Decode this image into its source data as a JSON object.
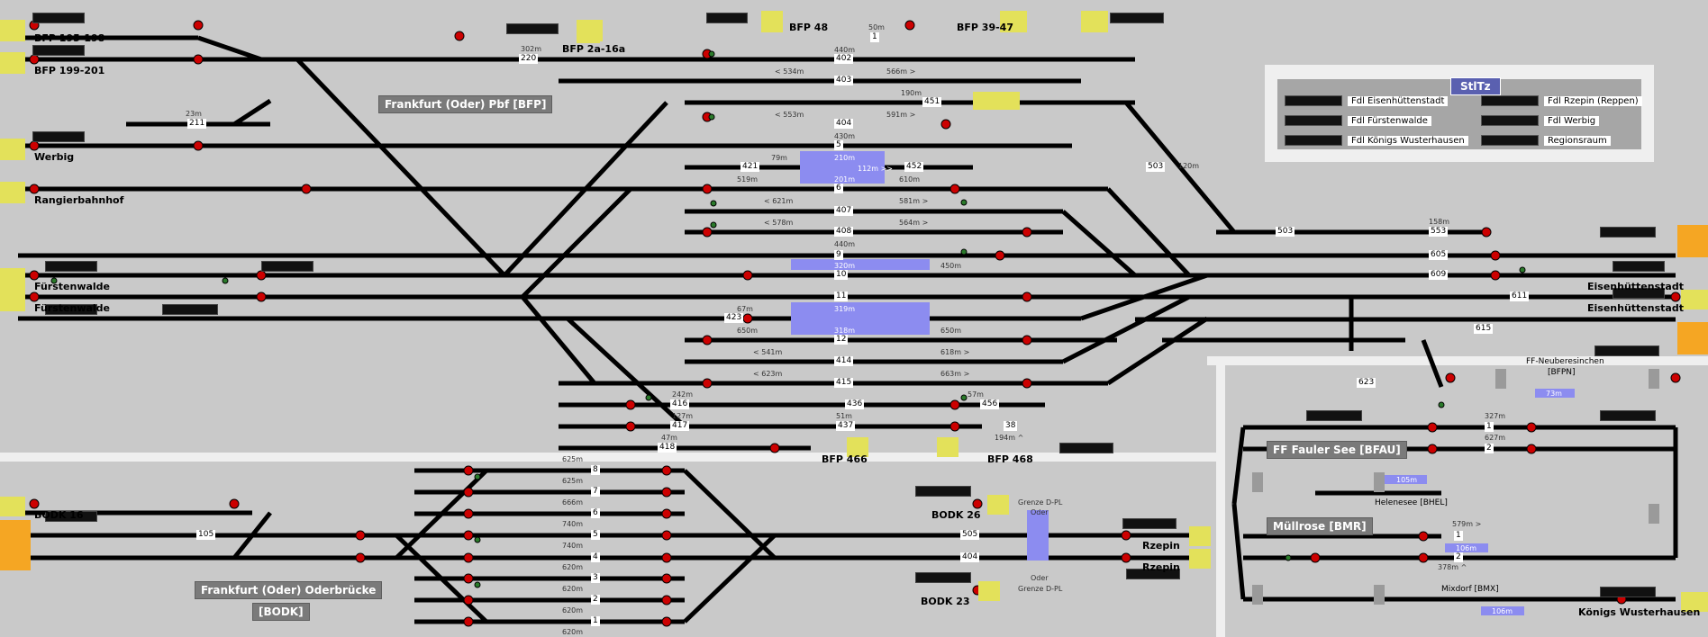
{
  "legend": {
    "title": "StlTz",
    "items": [
      "Fdl Eisenhüttenstadt",
      "Fdl Rzepin (Reppen)",
      "Fdl Fürstenwalde",
      "Fdl Werbig",
      "Fdl Königs Wusterhausen",
      "Regionsraum"
    ]
  },
  "station_boxes": {
    "pbf": "Frankfurt (Oder) Pbf [BFP]",
    "oderbruecke": "Frankfurt (Oder) Oderbrücke",
    "bodk": "[BODK]",
    "bfau": "FF Fauler See [BFAU]",
    "bmr": "Müllrose [BMR]"
  },
  "endpoints": {
    "bfp195": "BFP 195-198",
    "bfp199": "BFP 199-201",
    "bfp2a": "BFP 2a-16a",
    "bfp48": "BFP 48",
    "bfp39": "BFP 39-47",
    "werbig": "Werbig",
    "rangier": "Rangierbahnhof",
    "fuerst1": "Fürstenwalde",
    "fuerst2": "Fürstenwalde",
    "eisen1": "Eisenhüttenstadt",
    "eisen2": "Eisenhüttenstadt",
    "bfp466": "BFP 466",
    "bfp468": "BFP 468",
    "bodk16": "BODK 16",
    "bodk26": "BODK 26",
    "bodk23": "BODK 23",
    "rzepin1": "Rzepin",
    "rzepin2": "Rzepin",
    "koenigs": "Königs Wusterhausen",
    "ffneu": "FF-Neuberesinchen",
    "bfpn": "[BFPN]",
    "helenesee": "Helenesee [BHEL]",
    "mixdorf": "Mixdorf [BMX]",
    "grenze_top": "Grenze D-PL",
    "grenze_bot": "Grenze D-PL",
    "oder_top": "Oder",
    "oder_bot": "Oder"
  },
  "tracks": {
    "t220": "220",
    "t211": "211",
    "t402": "402",
    "t403": "403",
    "t451": "451",
    "t404": "404",
    "t5": "5",
    "t421": "421",
    "t452": "452",
    "t6": "6",
    "t407": "407",
    "t408": "408",
    "t9": "9",
    "t10": "10",
    "t11": "11",
    "t423": "423",
    "t12": "12",
    "t414": "414",
    "t415": "415",
    "t416": "416",
    "t436": "436",
    "t456": "456",
    "t417": "417",
    "t437": "437",
    "t38": "38",
    "t418": "418",
    "t503a": "503",
    "t503b": "503",
    "t553": "553",
    "t605": "605",
    "t609": "609",
    "t611": "611",
    "t615": "615",
    "t623": "623",
    "t105": "105",
    "t505": "505",
    "t404b": "404",
    "b8": "8",
    "b7": "7",
    "b6": "6",
    "b5": "5",
    "b4": "4",
    "b3": "3",
    "b2": "2",
    "b1": "1",
    "k1": "1",
    "k2": "2",
    "m1": "1",
    "m2": "2",
    "t1top": "1"
  },
  "distances": [
    "302m",
    "50m",
    "440m",
    "< 534m",
    "566m >",
    "190m",
    "< 553m",
    "591m >",
    "430m",
    "79m",
    "210m",
    "112m >>",
    "610m",
    "201m",
    "519m",
    "< 621m",
    "581m >",
    "< 578m",
    "564m >",
    "440m",
    "450m",
    "320m",
    "67m",
    "319m",
    "650m",
    "318m",
    "650m",
    "< 541m",
    "618m >",
    "< 623m",
    "663m >",
    "242m",
    "51m",
    "57m",
    "127m",
    "47m",
    "194m ^",
    "625m",
    "625m",
    "666m",
    "740m",
    "740m",
    "620m",
    "620m",
    "620m",
    "620m",
    "120m",
    "158m",
    "327m",
    "627m",
    "579m >",
    "378m ^",
    "73m",
    "105m",
    "106m",
    "106m",
    "23m"
  ]
}
